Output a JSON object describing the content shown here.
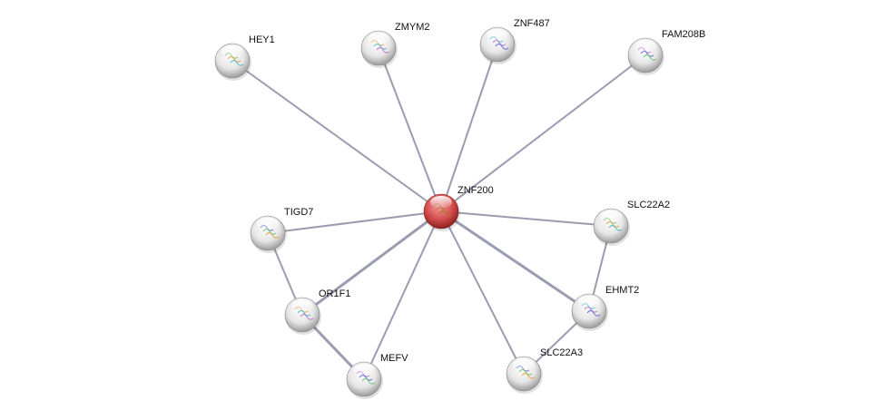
{
  "network": {
    "center": "ZNF200",
    "nodes": [
      {
        "id": "ZNF200",
        "label": "ZNF200",
        "query": true
      },
      {
        "id": "HEY1",
        "label": "HEY1"
      },
      {
        "id": "ZMYM2",
        "label": "ZMYM2"
      },
      {
        "id": "ZNF487",
        "label": "ZNF487"
      },
      {
        "id": "FAM208B",
        "label": "FAM208B"
      },
      {
        "id": "TIGD7",
        "label": "TIGD7"
      },
      {
        "id": "SLC22A2",
        "label": "SLC22A2"
      },
      {
        "id": "OR1F1",
        "label": "OR1F1"
      },
      {
        "id": "EHMT2",
        "label": "EHMT2"
      },
      {
        "id": "MEFV",
        "label": "MEFV"
      },
      {
        "id": "SLC22A3",
        "label": "SLC22A3"
      }
    ],
    "edges": [
      {
        "from": "ZNF200",
        "to": "HEY1",
        "strength": 1
      },
      {
        "from": "ZNF200",
        "to": "ZMYM2",
        "strength": 1
      },
      {
        "from": "ZNF200",
        "to": "ZNF487",
        "strength": 1
      },
      {
        "from": "ZNF200",
        "to": "FAM208B",
        "strength": 1
      },
      {
        "from": "ZNF200",
        "to": "TIGD7",
        "strength": 1
      },
      {
        "from": "ZNF200",
        "to": "SLC22A2",
        "strength": 1
      },
      {
        "from": "ZNF200",
        "to": "OR1F1",
        "strength": 2
      },
      {
        "from": "ZNF200",
        "to": "EHMT2",
        "strength": 2
      },
      {
        "from": "ZNF200",
        "to": "MEFV",
        "strength": 1
      },
      {
        "from": "ZNF200",
        "to": "SLC22A3",
        "strength": 1
      },
      {
        "from": "TIGD7",
        "to": "OR1F1",
        "strength": 1
      },
      {
        "from": "OR1F1",
        "to": "MEFV",
        "strength": 2
      },
      {
        "from": "SLC22A2",
        "to": "EHMT2",
        "strength": 1
      },
      {
        "from": "EHMT2",
        "to": "SLC22A3",
        "strength": 1
      }
    ],
    "colors": {
      "edge": "#9a9cb0",
      "query_node": "#d84848",
      "node": "#e8e8e8"
    }
  }
}
